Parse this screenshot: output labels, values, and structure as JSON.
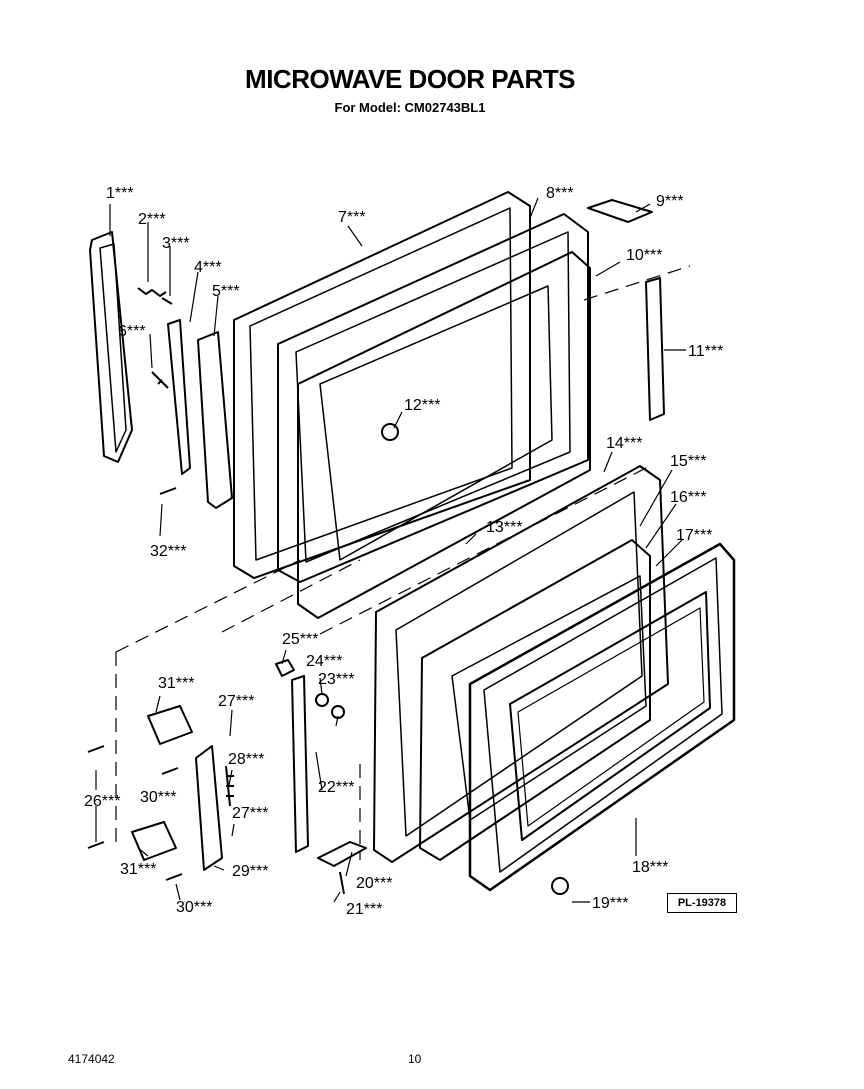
{
  "header": {
    "title": "MICROWAVE DOOR PARTS",
    "subtitle": "For Model: CM02743BL1"
  },
  "callouts": [
    "1***",
    "2***",
    "3***",
    "4***",
    "5***",
    "6***",
    "7***",
    "8***",
    "9***",
    "10***",
    "11***",
    "12***",
    "13***",
    "14***",
    "15***",
    "16***",
    "17***",
    "18***",
    "19***",
    "20***",
    "21***",
    "22***",
    "23***",
    "24***",
    "25***",
    "26***",
    "27***",
    "27***",
    "28***",
    "29***",
    "30***",
    "30***",
    "31***",
    "31***",
    "32***"
  ],
  "plate_id": "PL-19378",
  "footer": {
    "doc_number": "4174042",
    "page_number": "10"
  }
}
